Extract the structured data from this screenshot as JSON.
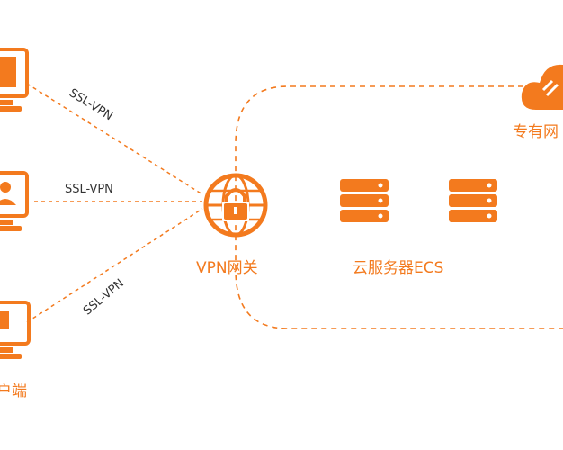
{
  "diagram": {
    "connections": [
      {
        "label": "SSL-VPN"
      },
      {
        "label": "SSL-VPN"
      },
      {
        "label": "SSL-VPN"
      }
    ],
    "gateway": {
      "label": "VPN网关"
    },
    "servers": {
      "label": "云服务器ECS"
    },
    "vpc": {
      "label": "专有网"
    },
    "client": {
      "label": "户端"
    },
    "colors": {
      "accent": "#f37a1e",
      "text": "#333333",
      "background": "#ffffff"
    }
  }
}
